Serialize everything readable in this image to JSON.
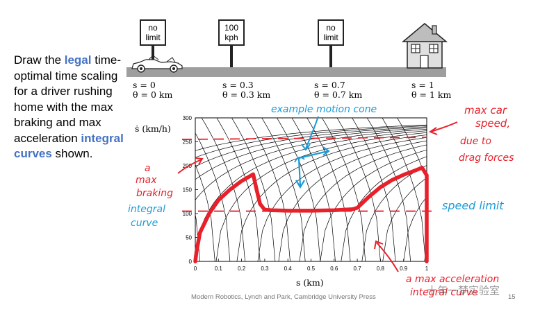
{
  "left_text": {
    "p1": "Draw the ",
    "legal": "legal",
    "p2": " time-optimal time scaling for a driver rushing home with the max braking and max acceleration ",
    "integral": "integral curves",
    "p3": " shown."
  },
  "road": {
    "signs": [
      {
        "line1": "no",
        "line2": "limit"
      },
      {
        "line1": "100",
        "line2": "kph"
      },
      {
        "line1": "no",
        "line2": "limit"
      }
    ],
    "markers": [
      {
        "s": "s = 0",
        "theta": "θ = 0 km"
      },
      {
        "s": "s = 0.3",
        "theta": "θ = 0.3 km"
      },
      {
        "s": "s = 0.7",
        "theta": "θ = 0.7 km"
      },
      {
        "s": "s = 1",
        "theta": "θ = 1 km"
      }
    ]
  },
  "chart_data": {
    "type": "line",
    "xlabel": "s (km)",
    "ylabel": "ṡ (km/h)",
    "xlim": [
      0,
      1
    ],
    "ylim": [
      0,
      300
    ],
    "x_ticks": [
      "0",
      "0.1",
      "0.2",
      "0.3",
      "0.4",
      "0.5",
      "0.6",
      "0.7",
      "0.8",
      "0.9",
      "1"
    ],
    "y_ticks": [
      "0",
      "50",
      "100",
      "150",
      "200",
      "250",
      "300"
    ],
    "max_speed_line": 255,
    "speed_limit_line": 105,
    "speed_limit_range": [
      0.3,
      0.7
    ],
    "optimal_path": {
      "s": [
        0,
        0.005,
        0.02,
        0.06,
        0.1,
        0.15,
        0.2,
        0.25,
        0.265,
        0.28,
        0.3,
        0.33,
        0.4,
        0.5,
        0.6,
        0.68,
        0.7,
        0.75,
        0.8,
        0.85,
        0.9,
        0.95,
        0.98,
        1.0,
        1.0
      ],
      "sdot": [
        0,
        20,
        60,
        100,
        128,
        150,
        168,
        182,
        150,
        120,
        108,
        107,
        106,
        106,
        107,
        109,
        112,
        135,
        155,
        170,
        181,
        190,
        196,
        180,
        0
      ]
    },
    "accel_curve_count": 17,
    "brake_curve_count": 17
  },
  "annotations": {
    "motion_cone": "example motion cone",
    "max_car_speed": [
      "max car",
      "speed,",
      "due to",
      "drag forces"
    ],
    "max_braking": [
      "a",
      "max",
      "braking",
      "integral",
      "curve"
    ],
    "speed_limit": "speed limit",
    "max_accel": [
      "a max acceleration",
      "integral curve"
    ]
  },
  "footer": "Modern Robotics, Lynch and Park, Cambridge University Press",
  "page_number": "15",
  "watermark": "十年一梦实验室",
  "colors": {
    "accent": "#4472c4",
    "path": "#e8202a",
    "annotation_red": "#e8202a",
    "annotation_blue": "#1a9bd7"
  }
}
